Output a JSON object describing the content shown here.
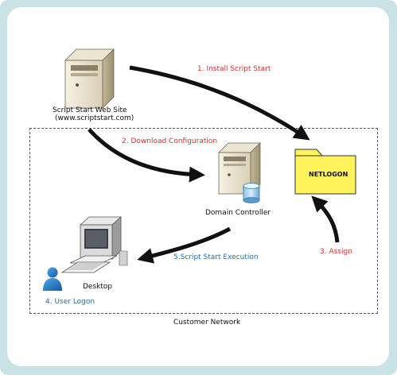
{
  "nodes": {
    "web_site": {
      "label": "Script Start Web Site",
      "sublabel": "(www.scriptstart.com)"
    },
    "domain_controller": {
      "label": "Domain Controller"
    },
    "desktop": {
      "label": "Desktop"
    },
    "netlogon": {
      "label": "NETLOGON"
    }
  },
  "steps": {
    "install": "1. Install Script Start",
    "download": "2. Download Configuration",
    "assign": "3. Assign",
    "logon": "4. User Logon",
    "execution": "5.Script Start Execution"
  },
  "network_label": "Customer Network",
  "colors": {
    "step_red": "#d6322b",
    "step_blue": "#1f6fb4",
    "folder_yellow": "#fff35c",
    "frame_teal": "#c9e2e6"
  }
}
